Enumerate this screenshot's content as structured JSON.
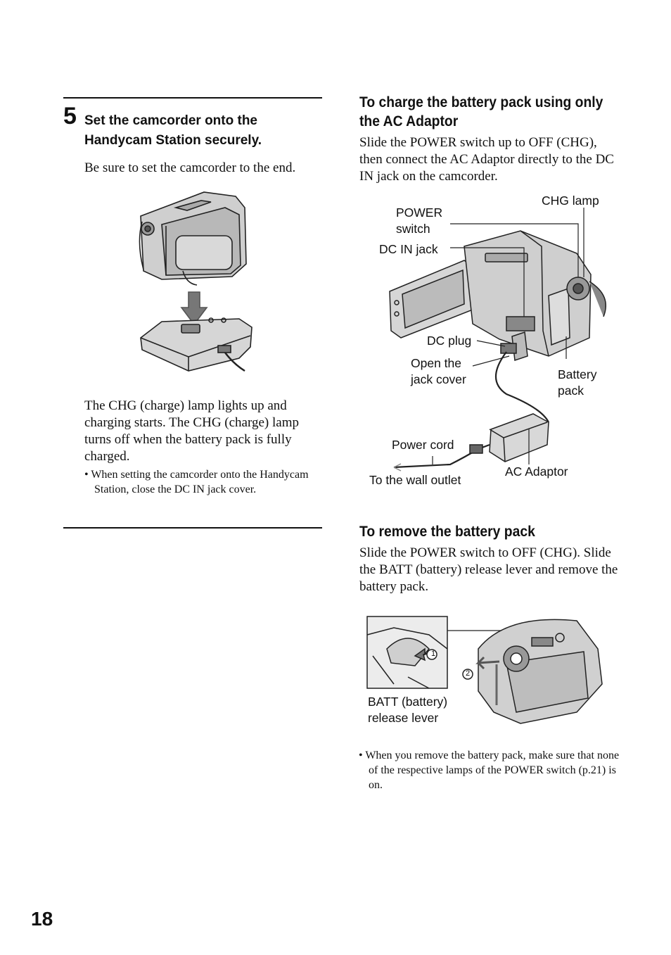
{
  "left_column": {
    "step_number": "5",
    "step_title": "Set the camcorder onto the Handycam Station securely.",
    "step_instruction": "Be sure to set the camcorder to the end.",
    "description": "The CHG (charge) lamp lights up and charging starts. The CHG (charge) lamp turns off when the battery pack is fully charged.",
    "note": "•  When setting the camcorder onto the Handycam Station, close the DC IN jack cover."
  },
  "right_column": {
    "ac_section": {
      "heading": "To charge the battery pack using only the AC Adaptor",
      "body": "Slide the POWER switch up to OFF (CHG), then connect the AC Adaptor directly to the DC IN jack on the camcorder.",
      "labels": {
        "power_switch_line1": "POWER",
        "power_switch_line2": "switch",
        "chg_lamp": "CHG lamp",
        "dc_in_jack": "DC IN jack",
        "dc_plug": "DC plug",
        "open_jack_cover_line1": "Open the",
        "open_jack_cover_line2": "jack cover",
        "battery_pack_line1": "Battery",
        "battery_pack_line2": "pack",
        "power_cord": "Power cord",
        "ac_adaptor": "AC Adaptor",
        "wall_outlet": "To the wall outlet"
      }
    },
    "remove_section": {
      "heading": "To remove the battery pack",
      "body": "Slide the POWER switch to OFF (CHG). Slide the BATT (battery) release lever and remove the battery pack.",
      "labels": {
        "batt_lever_line1": "BATT (battery)",
        "batt_lever_line2": "release lever",
        "marker_1": "1",
        "marker_2": "2"
      },
      "note": "•  When you remove the battery pack, make sure that none of the respective lamps of the POWER switch (p.21) is on."
    }
  },
  "page_number": "18"
}
